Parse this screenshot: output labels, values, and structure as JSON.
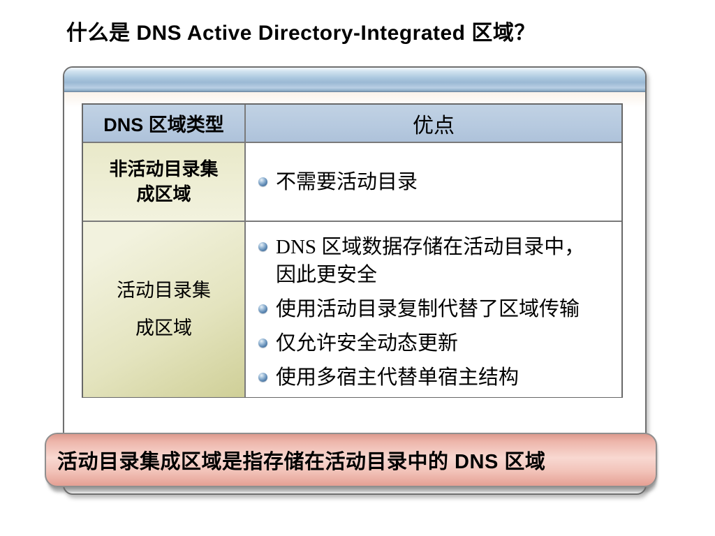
{
  "slide": {
    "title": "什么是 DNS Active Directory-Integrated 区域？",
    "table": {
      "col1_header": "DNS 区域类型",
      "col2_header": "优点",
      "rows": [
        {
          "zone_type": "非活动目录集成区域",
          "zone_type_line1": "非活动目录集",
          "zone_type_line2": "成区域",
          "benefits": [
            "不需要活动目录"
          ]
        },
        {
          "zone_type": "活动目录集成区域",
          "zone_type_line1": "活动目录集",
          "zone_type_line2": "成区域",
          "benefits": [
            "DNS 区域数据存储在活动目录中，因此更安全",
            "使用活动目录复制代替了区域传输",
            "仅允许安全动态更新",
            "使用多宿主代替单宿主结构"
          ]
        }
      ]
    },
    "callout": {
      "text": "活动目录集成区域是指存储在活动目录中的 DNS 区域"
    },
    "colors": {
      "table_header_bg": "#b6c9df",
      "zone_cell_yellow_light": "#f2f2de",
      "zone_cell_yellow_dark": "#cfcf97",
      "panel_bar_blue": "#a9c6de",
      "bullet_sphere_blue": "#5e89b4",
      "callout_pink_light": "#f8d8d1",
      "callout_pink_dark": "#dc9a8e",
      "table_border_gray": "#6f6f6f"
    }
  }
}
